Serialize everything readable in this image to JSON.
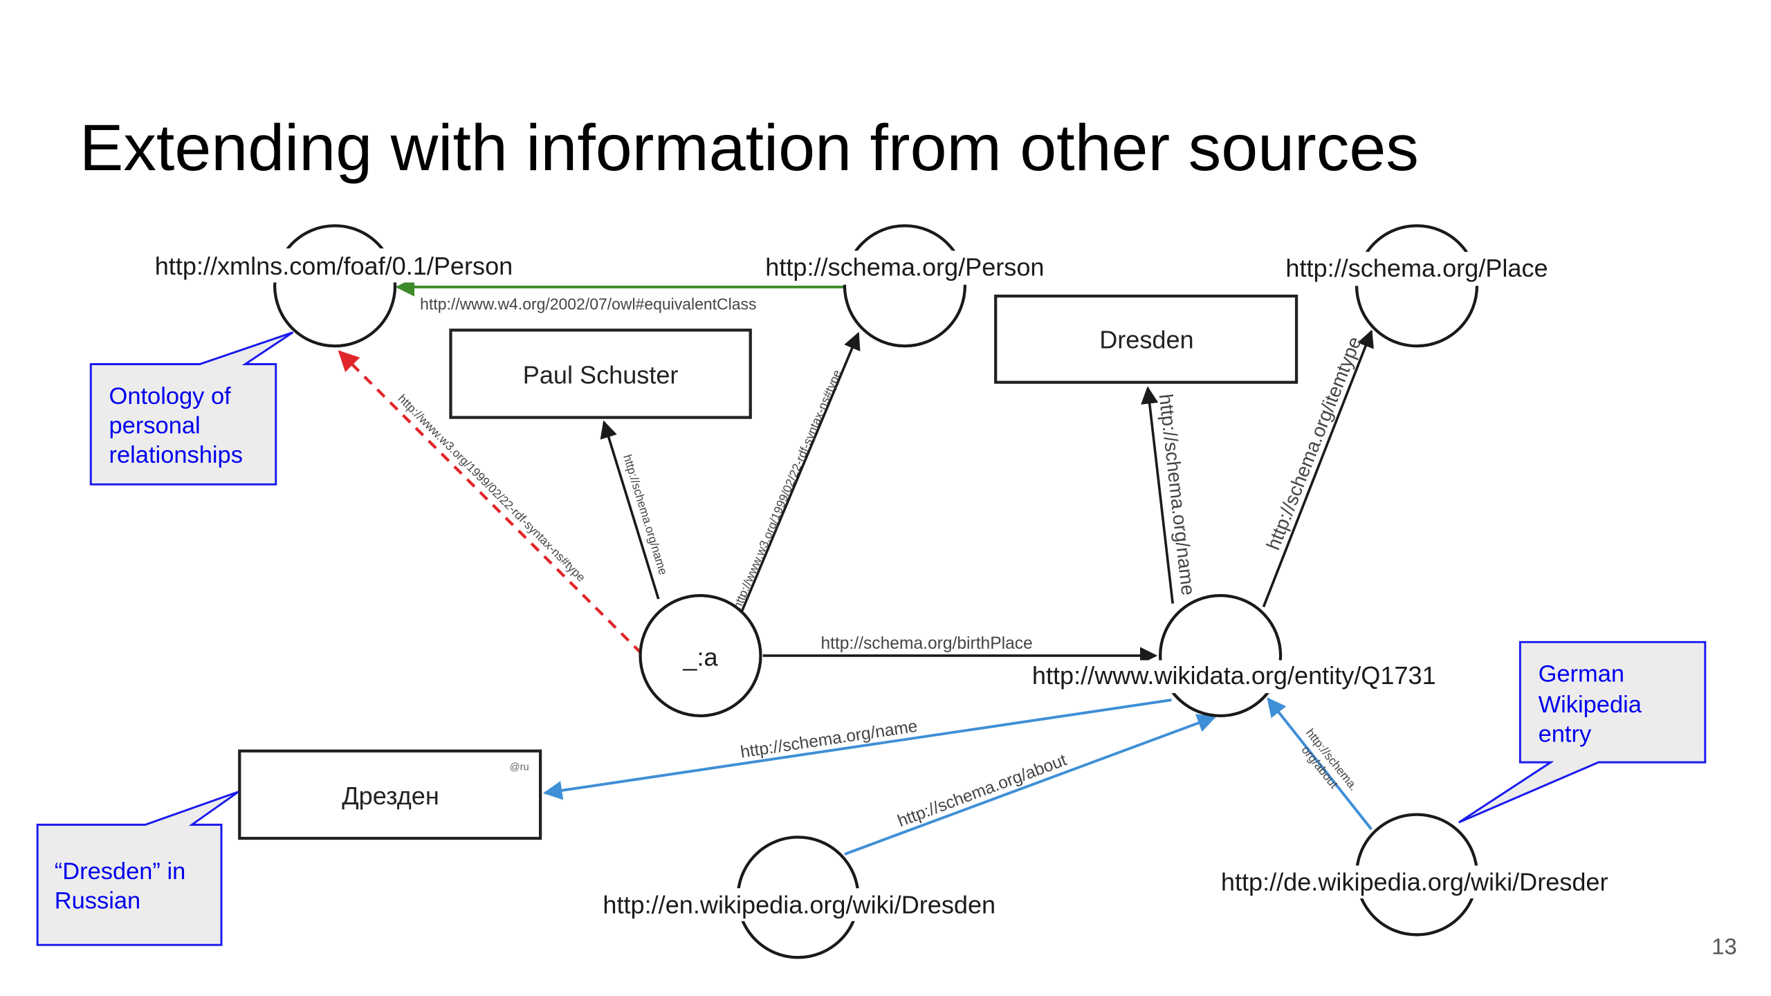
{
  "slide": {
    "title": "Extending with information from other sources",
    "page_number": "13"
  },
  "colors": {
    "default_edge": "#1a1a1a",
    "equivalent_edge": "#3d8a2a",
    "inferred_edge": "#e0262b",
    "external_edge": "#3f8fd6",
    "callout_border": "#1a1aee",
    "callout_text": "#0000ee",
    "callout_fill": "#ececec"
  },
  "nodes": {
    "foaf_person": {
      "label": "http://xmlns.com/foaf/0.1/Person",
      "kind": "resource"
    },
    "schema_person": {
      "label": "http://schema.org/Person",
      "kind": "resource"
    },
    "schema_place": {
      "label": "http://schema.org/Place",
      "kind": "resource"
    },
    "blank_a": {
      "label": "_:a",
      "kind": "blank-node"
    },
    "wikidata_q1731": {
      "label": "http://www.wikidata.org/entity/Q1731",
      "kind": "resource"
    },
    "en_wikipedia": {
      "label": "http://en.wikipedia.org/wiki/Dresden",
      "kind": "resource"
    },
    "de_wikipedia": {
      "label": "http://de.wikipedia.org/wiki/Dresder",
      "kind": "resource"
    },
    "paul_schuster": {
      "label": "Paul Schuster",
      "kind": "literal"
    },
    "dresden": {
      "label": "Dresden",
      "kind": "literal"
    },
    "dresden_ru": {
      "label": "Дрезден",
      "lang_tag": "@ru",
      "kind": "literal"
    }
  },
  "edges": [
    {
      "id": "equivalent_class",
      "from": "schema_person",
      "to": "foaf_person",
      "label": "http://www.w4.org/2002/07/owl#equivalentClass",
      "style": "equivalent"
    },
    {
      "id": "inferred_type",
      "from": "blank_a",
      "to": "foaf_person",
      "label": "http://www.w3.org/1999/02/22-rdf-syntax-ns#type",
      "style": "inferred-dashed"
    },
    {
      "id": "a_name",
      "from": "blank_a",
      "to": "paul_schuster",
      "label": "http://schema.org/name",
      "style": "default"
    },
    {
      "id": "a_type",
      "from": "blank_a",
      "to": "schema_person",
      "label": "http://www.w3.org/1999/02/22-rdf-syntax-ns#type",
      "style": "default"
    },
    {
      "id": "birth_place",
      "from": "blank_a",
      "to": "wikidata_q1731",
      "label": "http://schema.org/birthPlace",
      "style": "default"
    },
    {
      "id": "wd_name",
      "from": "wikidata_q1731",
      "to": "dresden",
      "label": "http://schema.org/name",
      "style": "default"
    },
    {
      "id": "wd_itemtype",
      "from": "wikidata_q1731",
      "to": "schema_place",
      "label": "http://schema.org/itemtype",
      "style": "default"
    },
    {
      "id": "wd_name_ru",
      "from": "wikidata_q1731",
      "to": "dresden_ru",
      "label": "http://schema.org/name",
      "style": "external"
    },
    {
      "id": "en_about",
      "from": "en_wikipedia",
      "to": "wikidata_q1731",
      "label": "http://schema.org/about",
      "style": "external"
    },
    {
      "id": "de_about",
      "from": "de_wikipedia",
      "to": "wikidata_q1731",
      "label_lines": [
        "http://schema.",
        "org/about"
      ],
      "style": "external"
    }
  ],
  "callouts": {
    "ontology": {
      "lines": [
        "Ontology of",
        "personal",
        "relationships"
      ]
    },
    "russian": {
      "lines": [
        "“Dresden” in",
        "Russian"
      ]
    },
    "german": {
      "lines": [
        "German",
        "Wikipedia",
        "entry"
      ]
    }
  }
}
